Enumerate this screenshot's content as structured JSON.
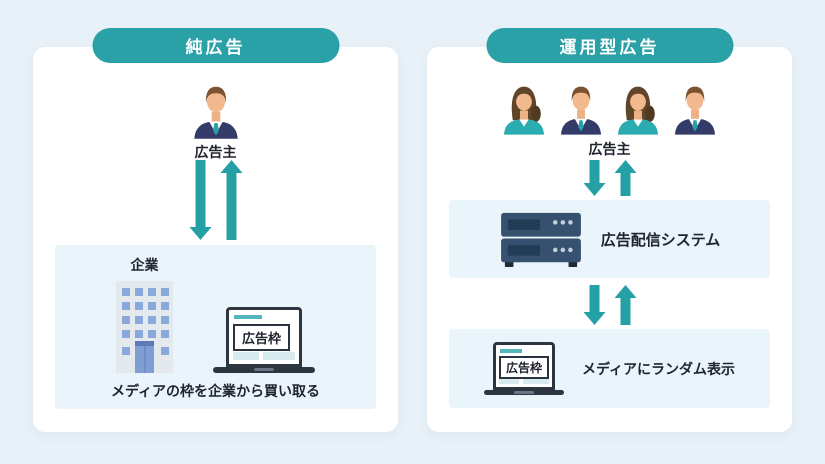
{
  "left_panel": {
    "title": "純広告",
    "advertiser_label": "広告主",
    "company_label": "企業",
    "laptop": {
      "ad_slot_label": "広告枠"
    },
    "caption": "メディアの枠を企業から買い取る"
  },
  "right_panel": {
    "title": "運用型広告",
    "advertiser_label": "広告主",
    "system_label": "広告配信システム",
    "laptop": {
      "ad_slot_label": "広告枠"
    },
    "media_label": "メディアにランダム表示"
  },
  "icons": {
    "businessman": "man-avatar-suit-tie",
    "businesswoman": "woman-avatar-teal-top",
    "building": "office-building",
    "laptop": "laptop-with-ad-slot",
    "server": "ad-delivery-server",
    "arrows": "down-up-exchange-arrows"
  },
  "colors": {
    "accent_teal": "#2aa1a6",
    "arrow_teal": "#25a0a4",
    "page_bg": "#e8f1f8",
    "card_bg": "#ffffff",
    "inner_box_bg": "#eaf4fb",
    "text_dark": "#20242e",
    "suit_navy": "#333b68",
    "server_navy": "#35516f",
    "window_blue": "#8ba8da"
  }
}
